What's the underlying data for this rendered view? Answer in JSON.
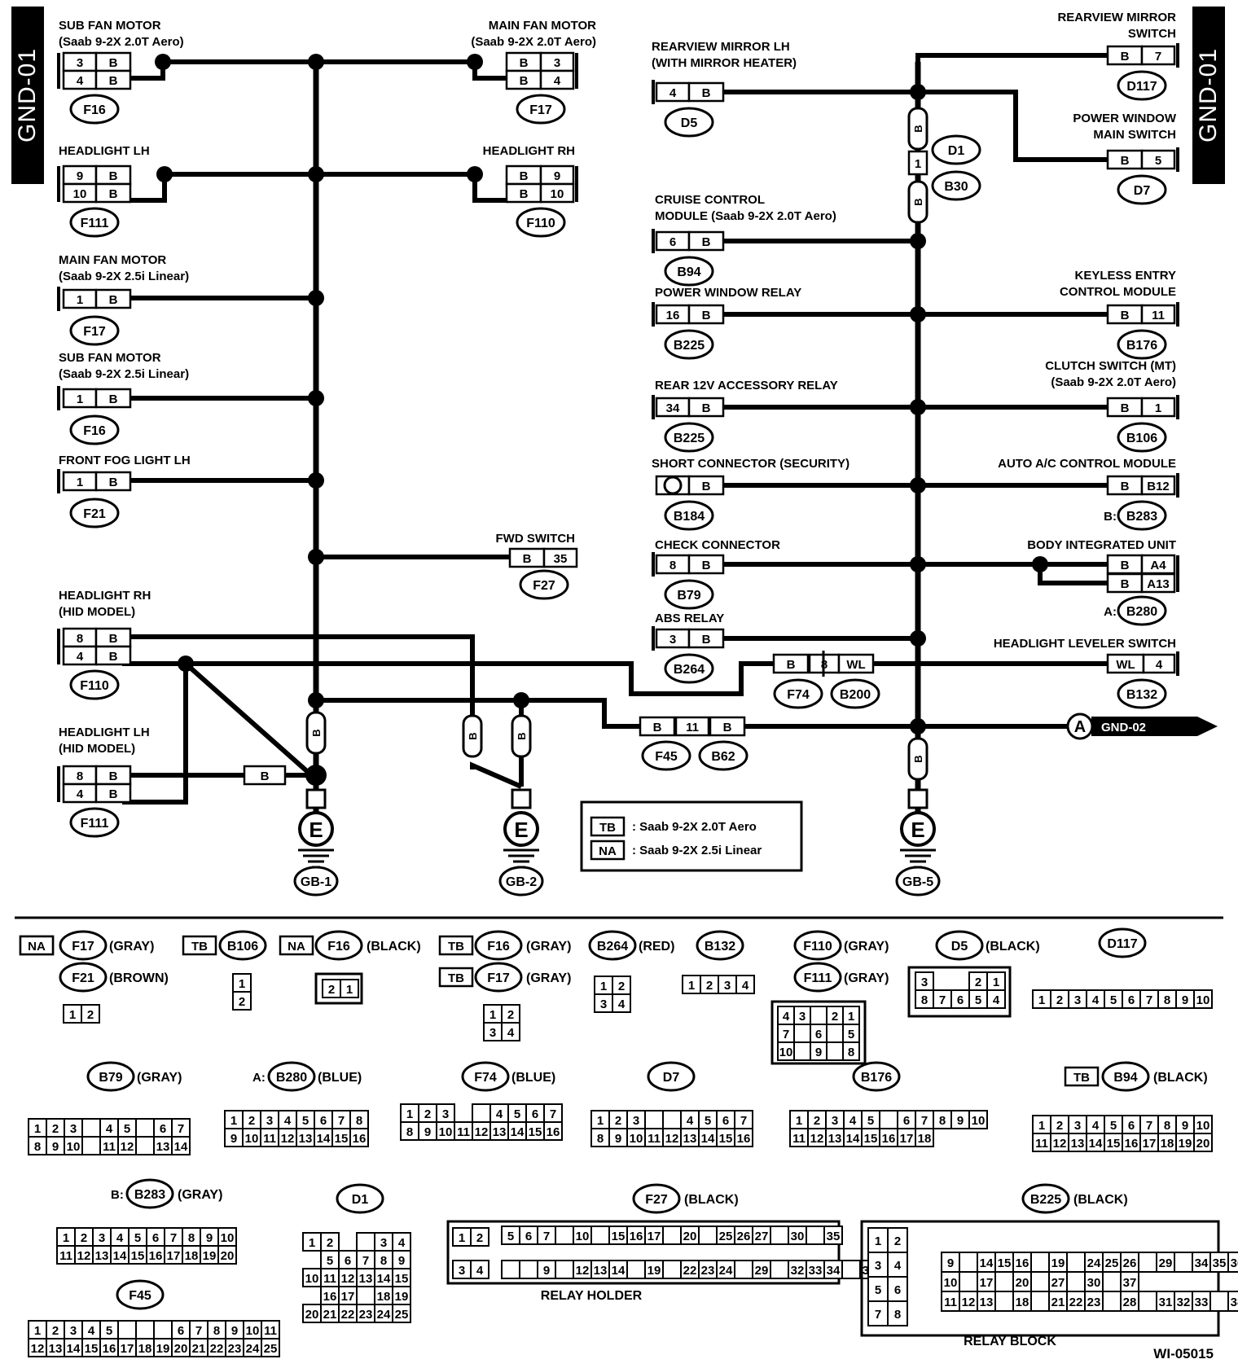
{
  "side_tabs": {
    "left": "GND-01",
    "right": "GND-01"
  },
  "figure_id": "WI-05015",
  "components": {
    "sub_fan_tb": [
      "SUB FAN MOTOR",
      "(Saab 9-2X 2.0T Aero)"
    ],
    "main_fan_tb": [
      "MAIN FAN MOTOR",
      "(Saab 9-2X 2.0T Aero)"
    ],
    "headlight_lh": [
      "HEADLIGHT LH"
    ],
    "headlight_rh": [
      "HEADLIGHT RH"
    ],
    "main_fan_na": [
      "MAIN FAN MOTOR",
      "(Saab 9-2X 2.5i Linear)"
    ],
    "sub_fan_na": [
      "SUB FAN MOTOR",
      "(Saab 9-2X 2.5i Linear)"
    ],
    "front_fog_lh": [
      "FRONT FOG LIGHT LH"
    ],
    "fwd_switch": [
      "FWD SWITCH"
    ],
    "headlight_rh_hid": [
      "HEADLIGHT RH",
      "(HID MODEL)"
    ],
    "headlight_lh_hid": [
      "HEADLIGHT LH",
      "(HID MODEL)"
    ],
    "rearview_mirror_lh": [
      "REARVIEW MIRROR LH",
      "(WITH MIRROR HEATER)"
    ],
    "rearview_mirror_switch": [
      "REARVIEW MIRROR",
      "SWITCH"
    ],
    "power_window_main": [
      "POWER WINDOW",
      "MAIN SWITCH"
    ],
    "cruise_control": [
      "CRUISE CONTROL",
      "MODULE (Saab 9-2X 2.0T Aero)"
    ],
    "power_window_relay": [
      "POWER WINDOW RELAY"
    ],
    "keyless_entry": [
      "KEYLESS ENTRY",
      "CONTROL MODULE"
    ],
    "rear_12v": [
      "REAR 12V ACCESSORY RELAY"
    ],
    "clutch_switch": [
      "CLUTCH SWITCH (MT)",
      "(Saab 9-2X 2.0T Aero)"
    ],
    "short_connector": [
      "SHORT CONNECTOR (SECURITY)"
    ],
    "auto_ac": [
      "AUTO A/C CONTROL MODULE"
    ],
    "check_connector": [
      "CHECK CONNECTOR"
    ],
    "body_integrated": [
      "BODY INTEGRATED UNIT"
    ],
    "abs_relay": [
      "ABS RELAY"
    ],
    "headlight_leveler": [
      "HEADLIGHT LEVELER SWITCH"
    ]
  },
  "connector_ids": {
    "f16": "F16",
    "f17": "F17",
    "f111": "F111",
    "f110": "F110",
    "f21": "F21",
    "f27": "F27",
    "d5": "D5",
    "d117": "D117",
    "d1": "D1",
    "b30": "B30",
    "d7": "D7",
    "b94": "B94",
    "b225": "B225",
    "b176": "B176",
    "b106": "B106",
    "b184": "B184",
    "b283": "B283",
    "b79": "B79",
    "b280": "B280",
    "b264": "B264",
    "b132": "B132",
    "f74": "F74",
    "b200": "B200",
    "f45": "F45",
    "b62": "B62"
  },
  "prefixes": {
    "b283": "B:",
    "b280": "A:"
  },
  "pins": {
    "sub_fan_tb": [
      "3",
      "4"
    ],
    "main_fan_tb": [
      "3",
      "4"
    ],
    "hl_lh": [
      "9",
      "10"
    ],
    "hl_rh": [
      "9",
      "10"
    ],
    "main_fan_na": "1",
    "sub_fan_na": "1",
    "fog_lh": "1",
    "fwd": "35",
    "hid_rh": [
      "8",
      "4"
    ],
    "hid_lh": [
      "8",
      "4"
    ],
    "mirror_lh": "4",
    "mirror_sw": "7",
    "pw_main": "5",
    "cruise": "6",
    "pw_relay": "16",
    "keyless": "11",
    "rear12": "34",
    "clutch": "1",
    "auto_ac": "B12",
    "check": "8",
    "biu": [
      "A4",
      "A13"
    ],
    "abs": "3",
    "leveler": "4",
    "d1_pin": "1",
    "f74_pin": "8",
    "f45_pin": "11"
  },
  "wire": {
    "black": "B",
    "wl": "WL"
  },
  "grounds": {
    "symbol": "E",
    "gb1": "GB-1",
    "gb2": "GB-2",
    "gb5": "GB-5"
  },
  "continuation": {
    "letter": "A",
    "target": "GND-02"
  },
  "legend": {
    "tb_code": "TB",
    "tb_text": ": Saab 9-2X 2.0T Aero",
    "na_code": "NA",
    "na_text": ": Saab 9-2X 2.5i Linear"
  },
  "connector_views": {
    "colors": {
      "gray": "(GRAY)",
      "brown": "(BROWN)",
      "black": "(BLACK)",
      "red": "(RED)",
      "blue": "(BLUE)"
    },
    "relay_holder": "RELAY HOLDER",
    "relay_block": "RELAY BLOCK"
  }
}
